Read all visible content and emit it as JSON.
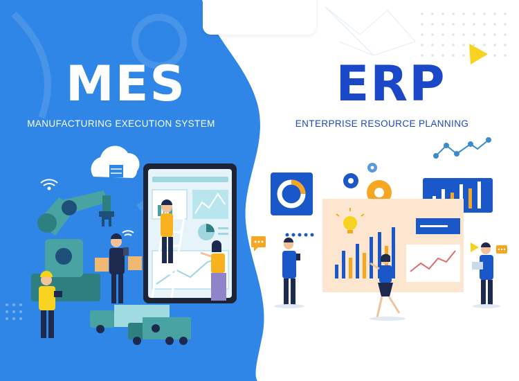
{
  "mes": {
    "title": "MES",
    "subtitle": "MANUFACTURING EXECUTION SYSTEM"
  },
  "erp": {
    "title": "ERP",
    "subtitle": "ENTERPRISE RESOURCE PLANNING"
  },
  "colors": {
    "mes_background": "#2f86e6",
    "erp_text": "#1a48c9",
    "accent_orange": "#f5a623",
    "accent_yellow": "#f7d21e",
    "teal": "#4aa3a3"
  }
}
